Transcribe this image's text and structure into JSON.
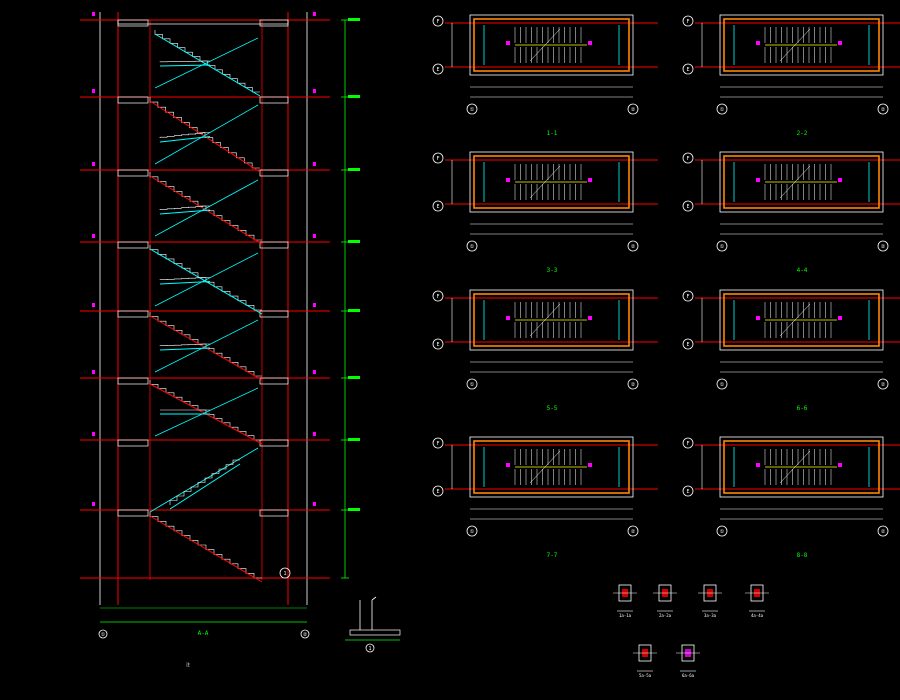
{
  "section": {
    "title": "A-A",
    "floors": 8,
    "axis_left": "①",
    "axis_right": "②",
    "detail_marker": "1"
  },
  "plans": [
    {
      "title": "1-1"
    },
    {
      "title": "2-2"
    },
    {
      "title": "3-3"
    },
    {
      "title": "4-4"
    },
    {
      "title": "5-5"
    },
    {
      "title": "6-6"
    },
    {
      "title": "7-7"
    },
    {
      "title": "8-8"
    }
  ],
  "plan_axes": {
    "top": "F",
    "bottom": "E",
    "left": "①",
    "right": "②"
  },
  "details": [
    {
      "title": "1a-1a"
    },
    {
      "title": "2a-2a"
    },
    {
      "title": "3a-3a"
    },
    {
      "title": "4a-4a"
    },
    {
      "title": "5a-5a"
    },
    {
      "title": "6a-6a"
    }
  ],
  "notes": {
    "heading": "注",
    "lines": [
      "",
      "",
      "",
      "",
      ""
    ]
  },
  "colors": {
    "red": "#ff0000",
    "cyan": "#00ffff",
    "white": "#ffffff",
    "green": "#00ff00",
    "magenta": "#ff00ff",
    "orange": "#ff8800",
    "yellow": "#ffff00"
  }
}
